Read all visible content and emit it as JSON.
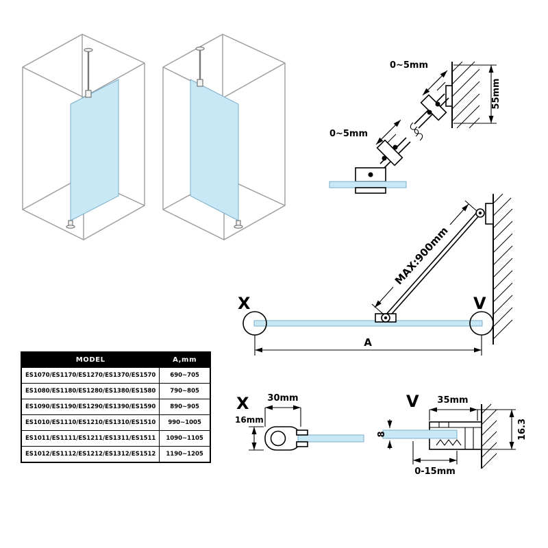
{
  "colors": {
    "glass": "#c9e8f6",
    "glass_stroke": "#79aec9",
    "box_line": "#9b9b9b",
    "table_header_bg": "#000000",
    "table_header_text": "#ffffff"
  },
  "bracket_detail": {
    "dim_gap_top": "0~5mm",
    "dim_gap_bottom": "0~5mm",
    "dim_wall_height": "55mm"
  },
  "bar_diagram": {
    "max_length": "MAX:900mm",
    "point_left": "X",
    "point_right": "V",
    "dim_span": "A"
  },
  "table": {
    "col_model": "MODEL",
    "col_a": "A,mm",
    "rows": [
      {
        "model": "ES1070/ES1170/ES1270/ES1370/ES1570",
        "a": "690~705"
      },
      {
        "model": "ES1080/ES1180/ES1280/ES1380/ES1580",
        "a": "790~805"
      },
      {
        "model": "ES1090/ES1190/ES1290/ES1390/ES1590",
        "a": "890~905"
      },
      {
        "model": "ES1010/ES1110/ES1210/ES1310/ES1510",
        "a": "990~1005"
      },
      {
        "model": "ES1011/ES1111/ES1211/ES1311/ES1511",
        "a": "1090~1105"
      },
      {
        "model": "ES1012/ES1112/ES1212/ES1312/ES1512",
        "a": "1190~1205"
      }
    ]
  },
  "detail_x": {
    "label": "X",
    "dim_width": "30mm",
    "dim_height": "16mm"
  },
  "detail_v": {
    "label": "V",
    "dim_width": "35mm",
    "dim_glass_thickness": "8",
    "dim_insert_range": "0-15mm",
    "dim_profile_depth": "16.3"
  }
}
